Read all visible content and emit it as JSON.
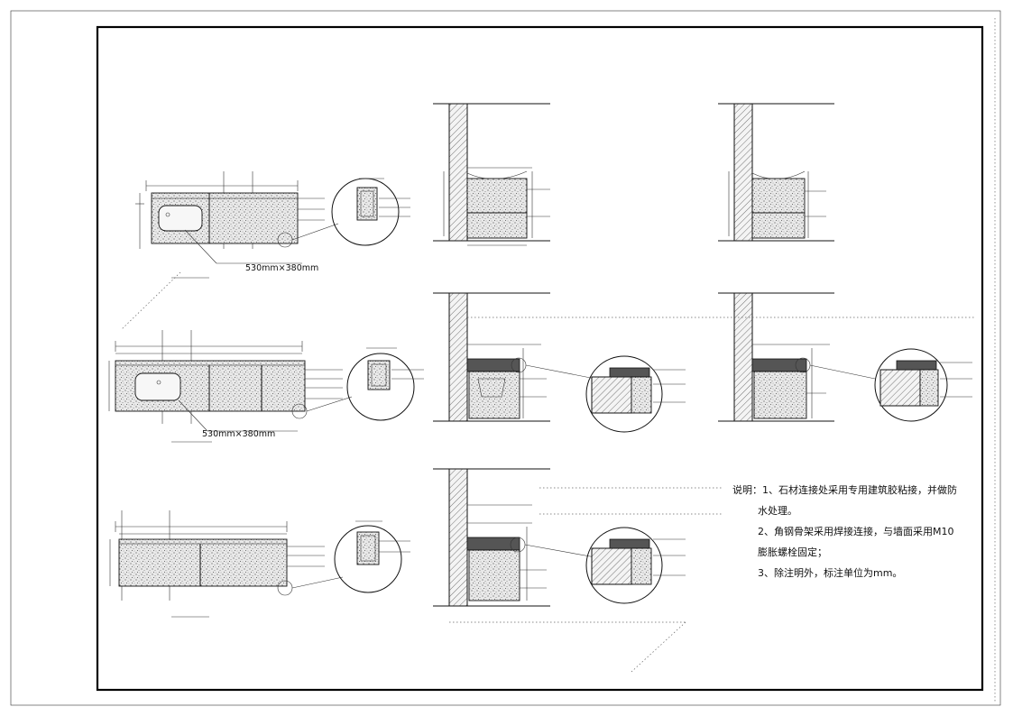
{
  "plan_views": {
    "sink_size_label_1": "530mm×380mm",
    "sink_size_label_2": "530mm×380mm"
  },
  "notes": {
    "line1": "说明：1、石材连接处采用专用建筑胶粘接，并做防",
    "line2": "水处理。",
    "line3": "2、角钢骨架采用焊接连接，与墙面采用M10",
    "line4": "膨胀螺栓固定；",
    "line5": "3、除注明外，标注单位为mm。"
  },
  "colors": {
    "line": "#111111",
    "frame": "#000000",
    "background": "#ffffff"
  }
}
